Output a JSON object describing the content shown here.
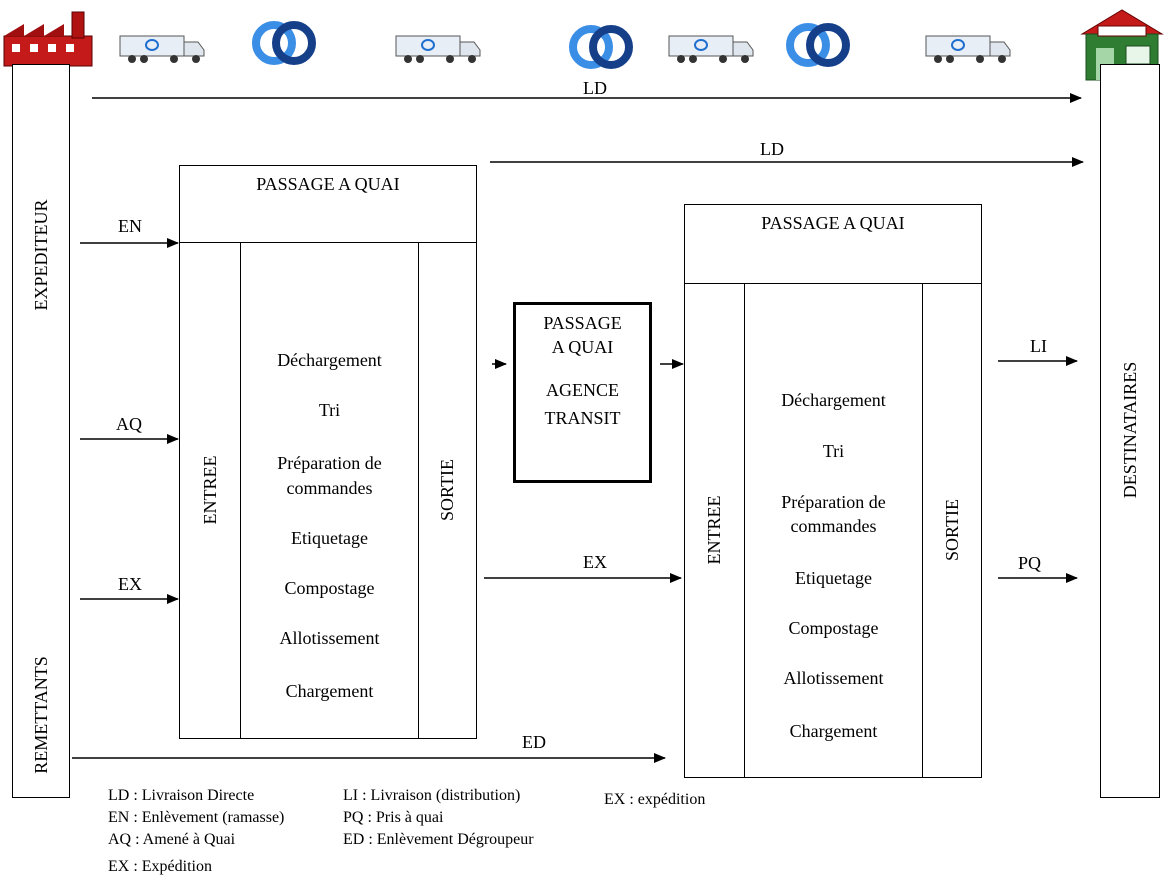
{
  "left_column": {
    "top_label": "EXPEDITEUR",
    "bottom_label": "REMETTANTS"
  },
  "right_column": {
    "label": "DESTINATAIRES"
  },
  "arrows": {
    "ld_top": "LD",
    "ld_second": "LD",
    "en": "EN",
    "aq": "AQ",
    "ex_left": "EX",
    "ex_mid": "EX",
    "ed": "ED",
    "li": "LI",
    "pq": "PQ"
  },
  "platform1": {
    "header": "PASSAGE A QUAI",
    "entry": "ENTREE",
    "exit": "SORTIE",
    "steps": [
      "Déchargement",
      "Tri",
      "Préparation de",
      "commandes",
      "Etiquetage",
      "Compostage",
      "Allotissement",
      "Chargement"
    ]
  },
  "transit": {
    "line1": "PASSAGE",
    "line2": "A QUAI",
    "line3": "AGENCE",
    "line4": "TRANSIT"
  },
  "platform2": {
    "header": "PASSAGE A QUAI",
    "entry": "ENTREE",
    "exit": "SORTIE",
    "steps": [
      "Déchargement",
      "Tri",
      "Préparation de",
      "commandes",
      "Etiquetage",
      "Compostage",
      "Allotissement",
      "Chargement"
    ]
  },
  "legend": {
    "col1": [
      "LD : Livraison Directe",
      "EN : Enlèvement (ramasse)",
      "AQ : Amené à Quai",
      "EX : Expédition"
    ],
    "col2": [
      "LI : Livraison (distribution)",
      "PQ : Pris à quai",
      "ED : Enlèvement Dégroupeur"
    ],
    "col3": [
      "EX : expédition"
    ]
  },
  "icons": [
    "factory-icon",
    "truck-icon",
    "rings-icon",
    "truck-icon",
    "rings-icon",
    "truck-icon",
    "rings-icon",
    "truck-icon",
    "shop-icon"
  ],
  "colors": {
    "factory": "#c41a1a",
    "rings": "#1f6fd0",
    "truck": "#e8eef6",
    "shop": "#2e7d32"
  }
}
